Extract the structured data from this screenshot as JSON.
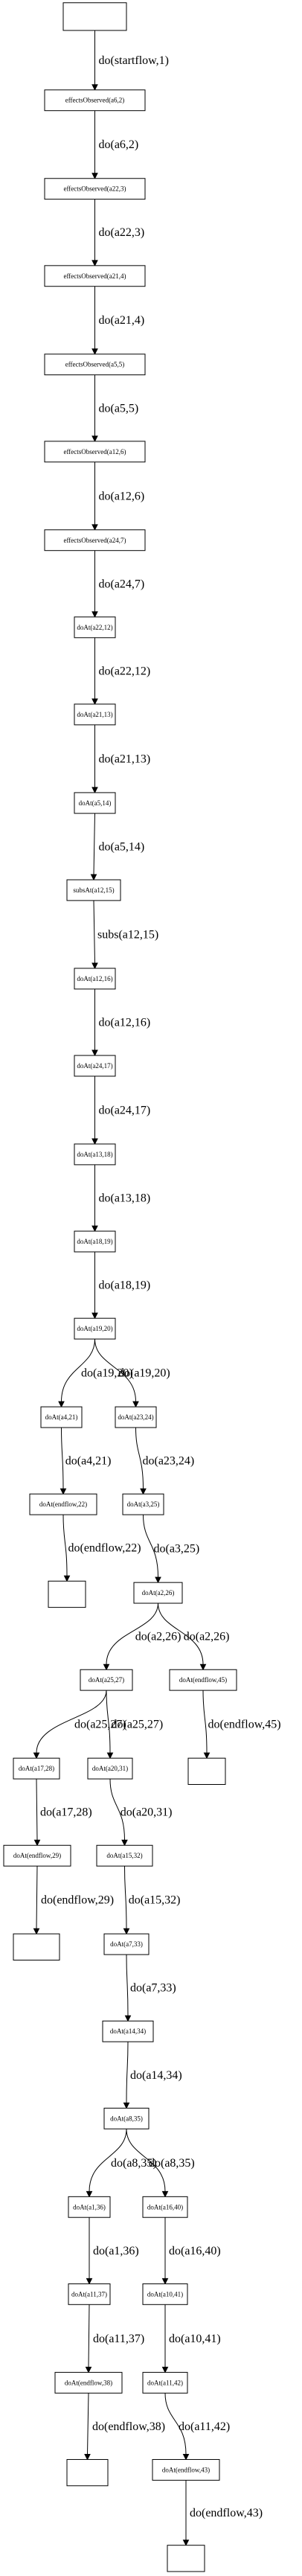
{
  "nodes": {
    "start": "",
    "effectsObserved_a6_2": "effectsObserved(a6,2)",
    "effectsObserved_a22_3": "effectsObserved(a22,3)",
    "effectsObserved_a21_4": "effectsObserved(a21,4)",
    "effectsObserved_a5_5": "effectsObserved(a5,5)",
    "effectsObserved_a12_6": "effectsObserved(a12,6)",
    "effectsObserved_a24_7": "effectsObserved(a24,7)",
    "doAt_22_12": "doAt(a22,12)",
    "doAt_21_13": "doAt(a21,13)",
    "doAt_5_14": "doAt(a5,14)",
    "subsAt_12_15": "subsAt(a12,15)",
    "doAt_12_16": "doAt(a12,16)",
    "doAt_24_17": "doAt(a24,17)",
    "doAt_13_18": "doAt(a13,18)",
    "doAt_18_19": "doAt(a18,19)",
    "doAt_19_20": "doAt(a19,20)",
    "doAt_4_21": "doAt(a4,21)",
    "doAt_23_24": "doAt(a23,24)",
    "doAt_endflow_22": "doAt(endflow,22)",
    "end_22": "",
    "doAt_3_25": "doAt(a3,25)",
    "doAt_2_26": "doAt(a2,26)",
    "doAt_25_27": "doAt(a25,27)",
    "doAt_endflow_45": "doAt(endflow,45)",
    "end_45": "",
    "doAt_17_28": "doAt(a17,28)",
    "doAt_20_31": "doAt(a20,31)",
    "doAt_endflow_29": "doAt(endflow,29)",
    "end_29": "",
    "doAt_15_32": "doAt(a15,32)",
    "doAt_7_33": "doAt(a7,33)",
    "doAt_14_34": "doAt(a14,34)",
    "doAt_8_35": "doAt(a8,35)",
    "doAt_1_36": "doAt(a1,36)",
    "doAt_16_40": "doAt(a16,40)",
    "doAt_11_37": "doAt(a11,37)",
    "doAt_10_41": "doAt(a10,41)",
    "doAt_endflow_38": "doAt(endflow,38)",
    "end_38": "",
    "doAt_11_42": "doAt(a11,42)",
    "doAt_endflow_43": "doAt(endflow,43)",
    "end_43": ""
  },
  "edges": [
    {
      "from": "start",
      "to": "effectsObserved_a6_2",
      "label": "do(startflow,1)"
    },
    {
      "from": "effectsObserved_a6_2",
      "to": "effectsObserved_a22_3",
      "label": "do(a6,2)"
    },
    {
      "from": "effectsObserved_a22_3",
      "to": "effectsObserved_a21_4",
      "label": "do(a22,3)"
    },
    {
      "from": "effectsObserved_a21_4",
      "to": "effectsObserved_a5_5",
      "label": "do(a21,4)"
    },
    {
      "from": "effectsObserved_a5_5",
      "to": "effectsObserved_a12_6",
      "label": "do(a5,5)"
    },
    {
      "from": "effectsObserved_a12_6",
      "to": "effectsObserved_a24_7",
      "label": "do(a12,6)"
    },
    {
      "from": "effectsObserved_a24_7",
      "to": "doAt_22_12",
      "label": "do(a24,7)"
    },
    {
      "from": "doAt_22_12",
      "to": "doAt_21_13",
      "label": "do(a22,12)"
    },
    {
      "from": "doAt_21_13",
      "to": "doAt_5_14",
      "label": "do(a21,13)"
    },
    {
      "from": "doAt_5_14",
      "to": "subsAt_12_15",
      "label": "do(a5,14)"
    },
    {
      "from": "subsAt_12_15",
      "to": "doAt_12_16",
      "label": "subs(a12,15)"
    },
    {
      "from": "doAt_12_16",
      "to": "doAt_24_17",
      "label": "do(a12,16)"
    },
    {
      "from": "doAt_24_17",
      "to": "doAt_13_18",
      "label": "do(a24,17)"
    },
    {
      "from": "doAt_13_18",
      "to": "doAt_18_19",
      "label": "do(a13,18)"
    },
    {
      "from": "doAt_18_19",
      "to": "doAt_19_20",
      "label": "do(a18,19)"
    },
    {
      "from": "doAt_19_20",
      "to": "doAt_4_21",
      "label": "do(a19,20)"
    },
    {
      "from": "doAt_19_20",
      "to": "doAt_23_24",
      "label": "do(a19,20)"
    },
    {
      "from": "doAt_4_21",
      "to": "doAt_endflow_22",
      "label": "do(a4,21)"
    },
    {
      "from": "doAt_endflow_22",
      "to": "end_22",
      "label": "do(endflow,22)"
    },
    {
      "from": "doAt_23_24",
      "to": "doAt_3_25",
      "label": "do(a23,24)"
    },
    {
      "from": "doAt_3_25",
      "to": "doAt_2_26",
      "label": "do(a3,25)"
    },
    {
      "from": "doAt_2_26",
      "to": "doAt_25_27",
      "label": "do(a2,26)"
    },
    {
      "from": "doAt_2_26",
      "to": "doAt_endflow_45",
      "label": "do(a2,26)"
    },
    {
      "from": "doAt_endflow_45",
      "to": "end_45",
      "label": "do(endflow,45)"
    },
    {
      "from": "doAt_25_27",
      "to": "doAt_17_28",
      "label": "do(a25,27)"
    },
    {
      "from": "doAt_25_27",
      "to": "doAt_20_31",
      "label": "do(a25,27)"
    },
    {
      "from": "doAt_17_28",
      "to": "doAt_endflow_29",
      "label": "do(a17,28)"
    },
    {
      "from": "doAt_endflow_29",
      "to": "end_29",
      "label": "do(endflow,29)"
    },
    {
      "from": "doAt_20_31",
      "to": "doAt_15_32",
      "label": "do(a20,31)"
    },
    {
      "from": "doAt_15_32",
      "to": "doAt_7_33",
      "label": "do(a15,32)"
    },
    {
      "from": "doAt_7_33",
      "to": "doAt_14_34",
      "label": "do(a7,33)"
    },
    {
      "from": "doAt_14_34",
      "to": "doAt_8_35",
      "label": "do(a14,34)"
    },
    {
      "from": "doAt_8_35",
      "to": "doAt_1_36",
      "label": "do(a8,35)"
    },
    {
      "from": "doAt_8_35",
      "to": "doAt_16_40",
      "label": "do(a8,35)"
    },
    {
      "from": "doAt_1_36",
      "to": "doAt_11_37",
      "label": "do(a1,36)"
    },
    {
      "from": "doAt_11_37",
      "to": "doAt_endflow_38",
      "label": "do(a11,37)"
    },
    {
      "from": "doAt_endflow_38",
      "to": "end_38",
      "label": "do(endflow,38)"
    },
    {
      "from": "doAt_16_40",
      "to": "doAt_10_41",
      "label": "do(a16,40)"
    },
    {
      "from": "doAt_10_41",
      "to": "doAt_11_42",
      "label": "do(a10,41)"
    },
    {
      "from": "doAt_11_42",
      "to": "doAt_endflow_43",
      "label": "do(a11,42)"
    },
    {
      "from": "doAt_endflow_43",
      "to": "end_43",
      "label": "do(endflow,43)"
    }
  ]
}
